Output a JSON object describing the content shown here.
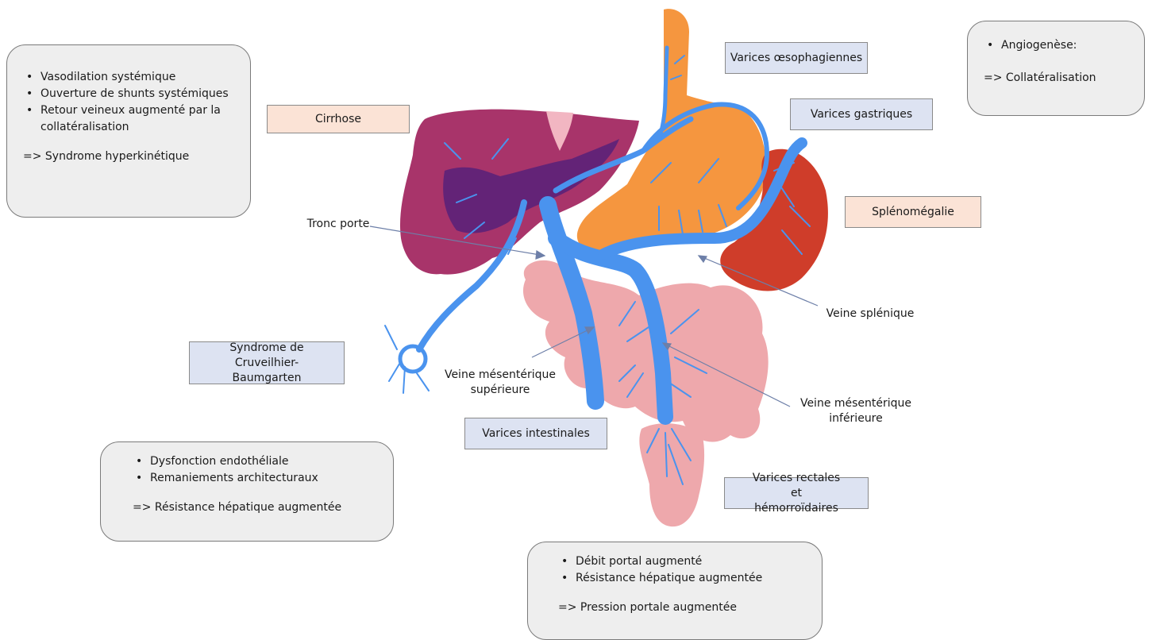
{
  "colors": {
    "vein": "#4a93ee",
    "liver": "#a8346a",
    "stomach": "#f5963f",
    "spleen": "#cf3d2a",
    "intestine": "#eea8ac",
    "label_blue": "#dde3f2",
    "label_peach": "#fbe3d6"
  },
  "boxes": {
    "hyperkinetic": {
      "items": [
        "Vasodilation systémique",
        "Ouverture de shunts systémiques",
        "Retour veineux augmenté par la collatéralisation"
      ],
      "conclusion": "=> Syndrome hyperkinétique"
    },
    "angiogenesis": {
      "items": [
        "Angiogenèse:"
      ],
      "conclusion": "=>   Collatéralisation"
    },
    "hepatic_resistance": {
      "items": [
        "Dysfonction endothéliale",
        "Remaniements architecturaux"
      ],
      "conclusion": "=> Résistance hépatique augmentée"
    },
    "portal_pressure": {
      "items": [
        "Débit portal augmenté",
        "Résistance hépatique augmentée"
      ],
      "conclusion": "=> Pression portale augmentée"
    }
  },
  "tags": {
    "cirrhose": "Cirrhose",
    "varices_oesophagiennes": "Varices œsophagiennes",
    "varices_gastriques": "Varices gastriques",
    "splenomegalie": "Splénomégalie",
    "cruveilhier": "Syndrome de Cruveilhier-Baumgarten",
    "varices_intestinales": "Varices intestinales",
    "varices_rectales": "Varices rectales et hémorroïdaires"
  },
  "labels": {
    "tronc_porte": "Tronc porte",
    "veine_splenique": "Veine splénique",
    "veine_mesenterique_superieure": "Veine mésentérique supérieure",
    "veine_mesenterique_inferieure": "Veine mésentérique inférieure"
  }
}
